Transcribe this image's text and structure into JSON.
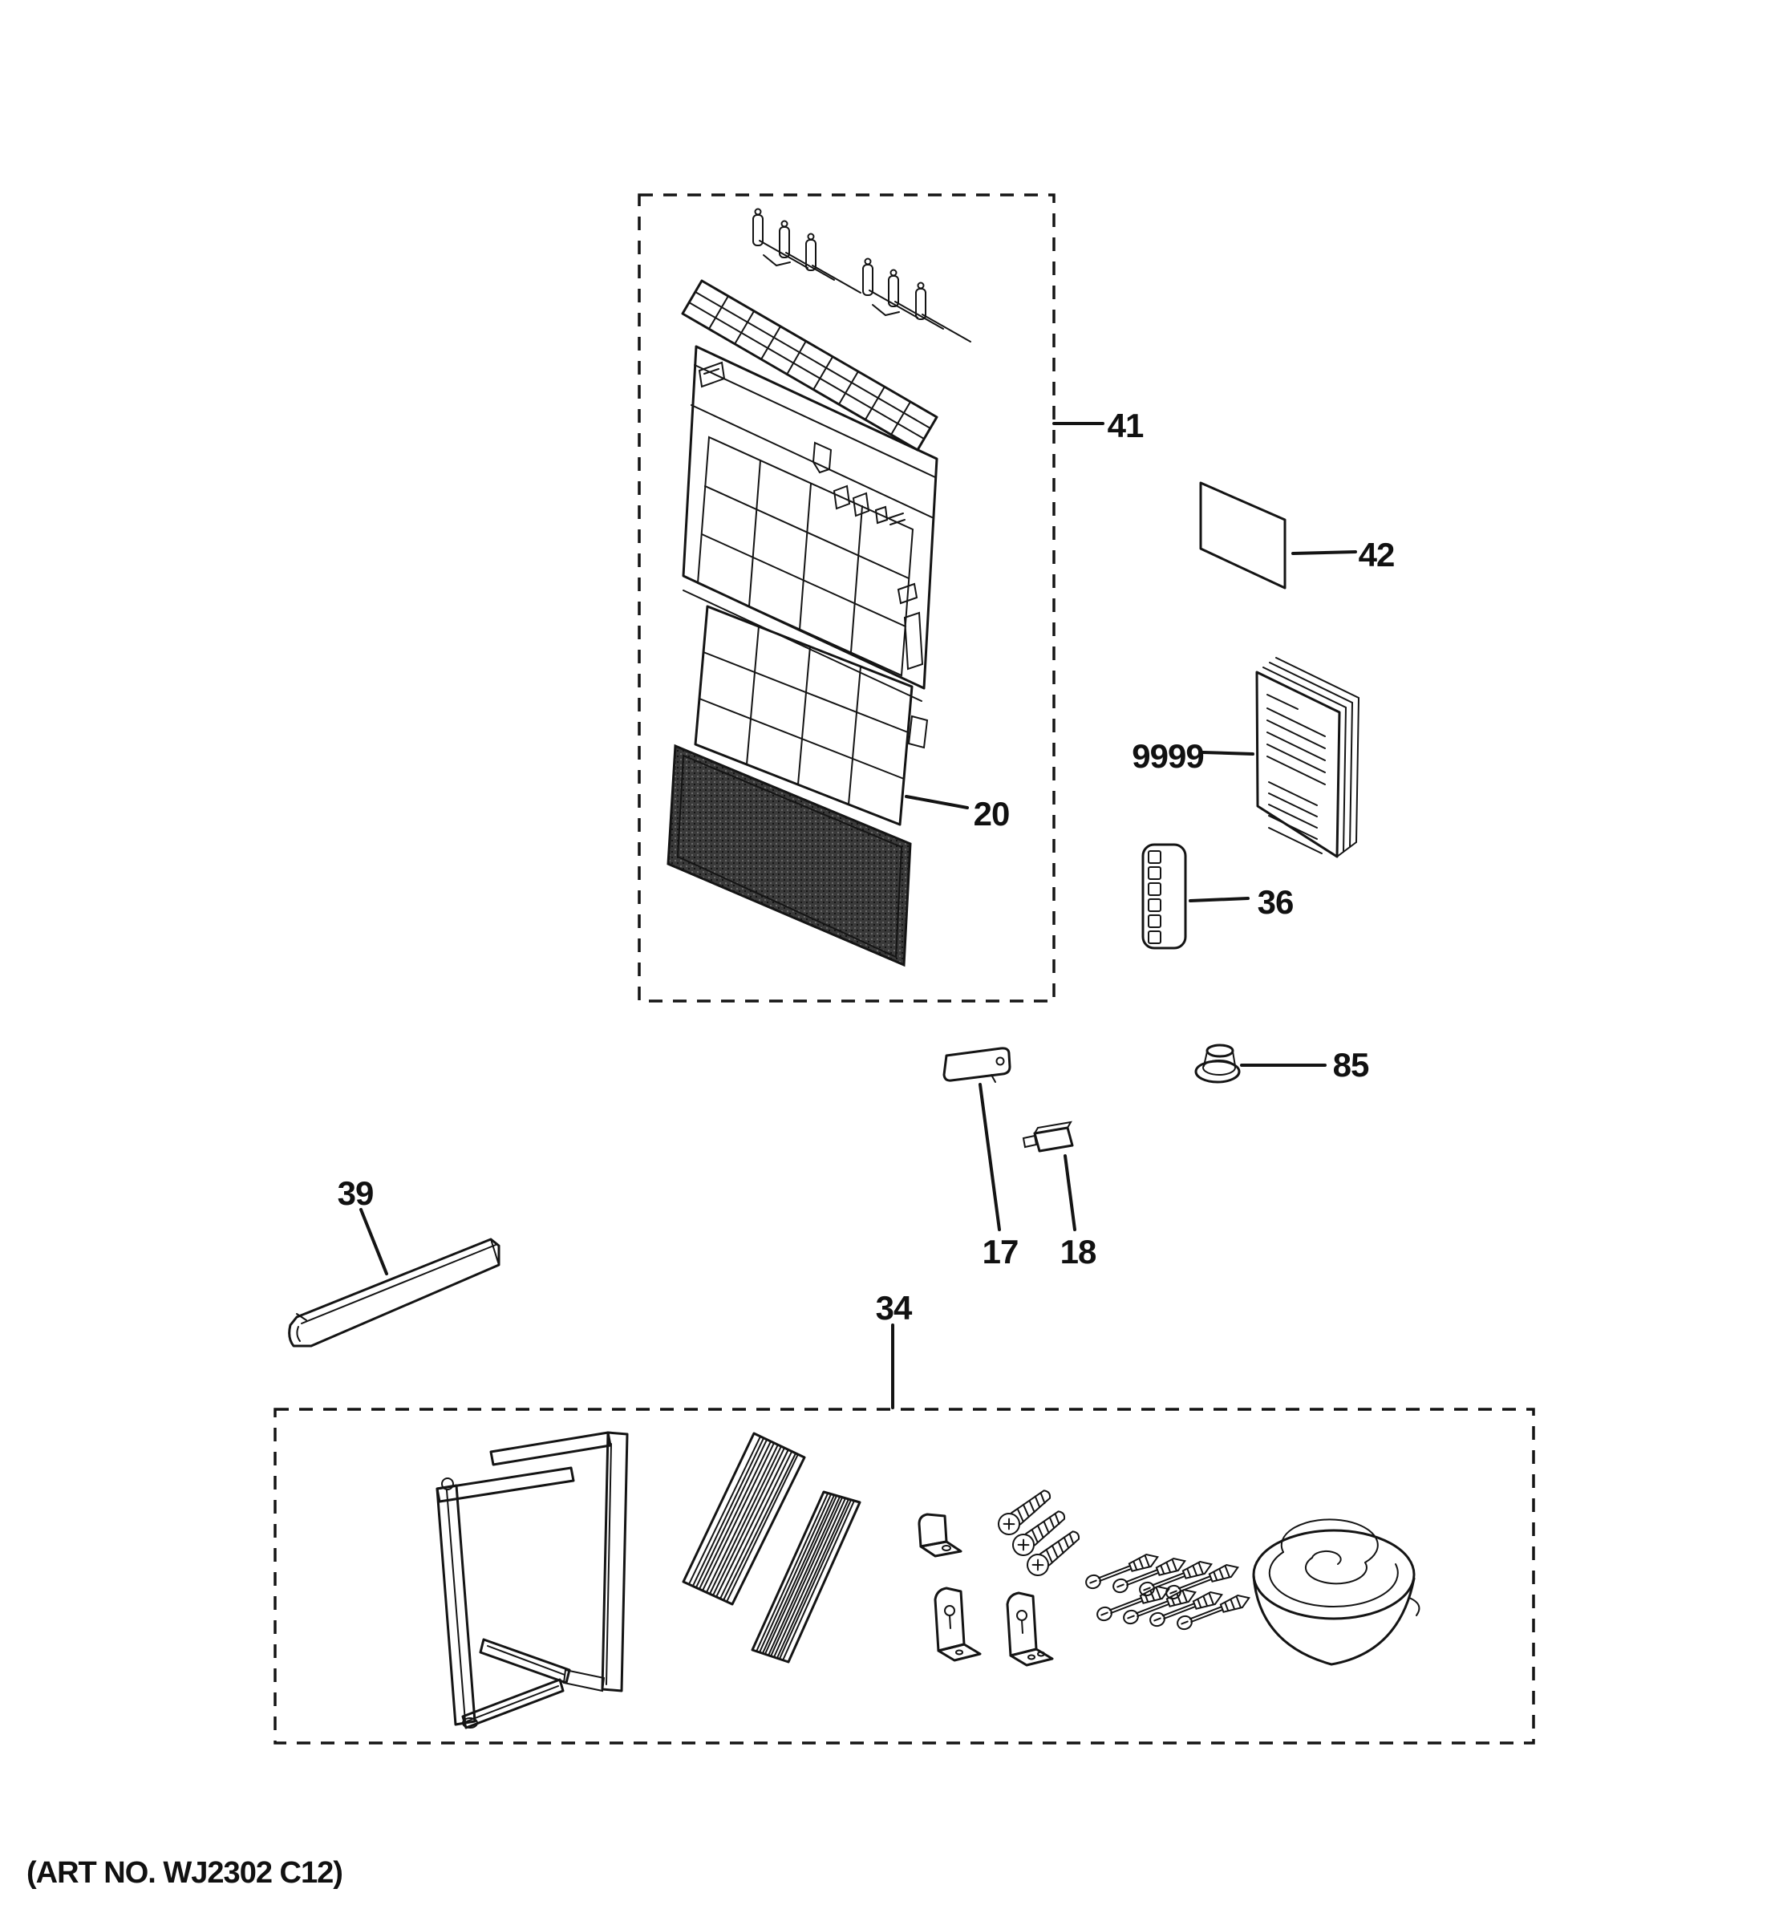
{
  "colors": {
    "ink": "#141414",
    "mesh_fill": "#3a3a3a",
    "paper": "#ffffff"
  },
  "labels": {
    "front_assembly": "41",
    "label_sheet": "42",
    "manual": "9999",
    "remote": "36",
    "filter": "20",
    "grommet": "85",
    "cover_plate": "17",
    "sensor": "18",
    "seal_bar": "39",
    "install_kit": "34"
  },
  "footer": {
    "art_no": "(ART NO. WJ2302 C12)"
  }
}
